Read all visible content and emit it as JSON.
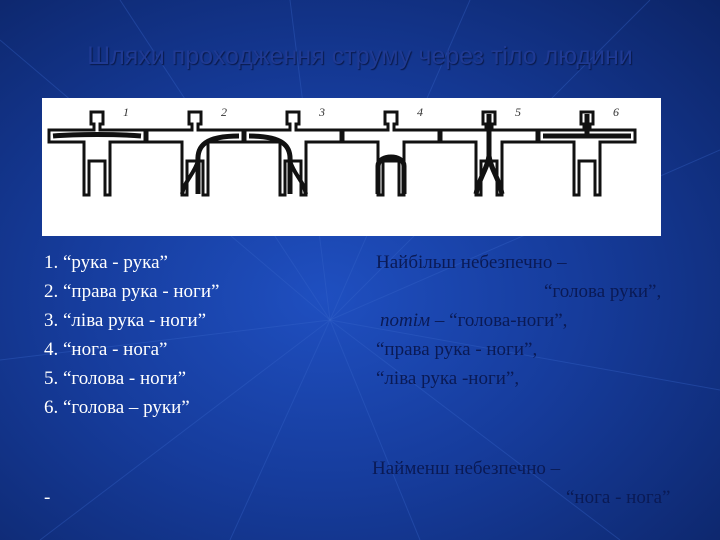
{
  "slide": {
    "title": "Шляхи проходження струму через тіло людини",
    "figure_numbers": [
      "1",
      "2",
      "3",
      "4",
      "5",
      "6"
    ],
    "paths": [
      "1. “рука - рука”",
      "2. “права рука - ноги”",
      "3. “ліва рука - ноги”",
      "4. “нога - нога”",
      "5. “голова - ноги”",
      "6. “голова – руки”"
    ],
    "most_dangerous_heading": "Найбільш небезпечно –",
    "most_dangerous_1": "“голова руки”,",
    "then_word": "потім",
    "most_dangerous_2": " – “голова-ноги”,",
    "most_dangerous_3": "“права рука - ноги”,",
    "most_dangerous_4": "“ліва рука -ноги”,",
    "least_dangerous_heading": "Найменш небезпечно –",
    "least_dangerous_1": "“нога - нога”",
    "dash": "-"
  },
  "colors": {
    "background": "#163c9c",
    "title": "#1f3a93",
    "list_text": "#ffffff",
    "danger_text": "#0a1a55"
  }
}
